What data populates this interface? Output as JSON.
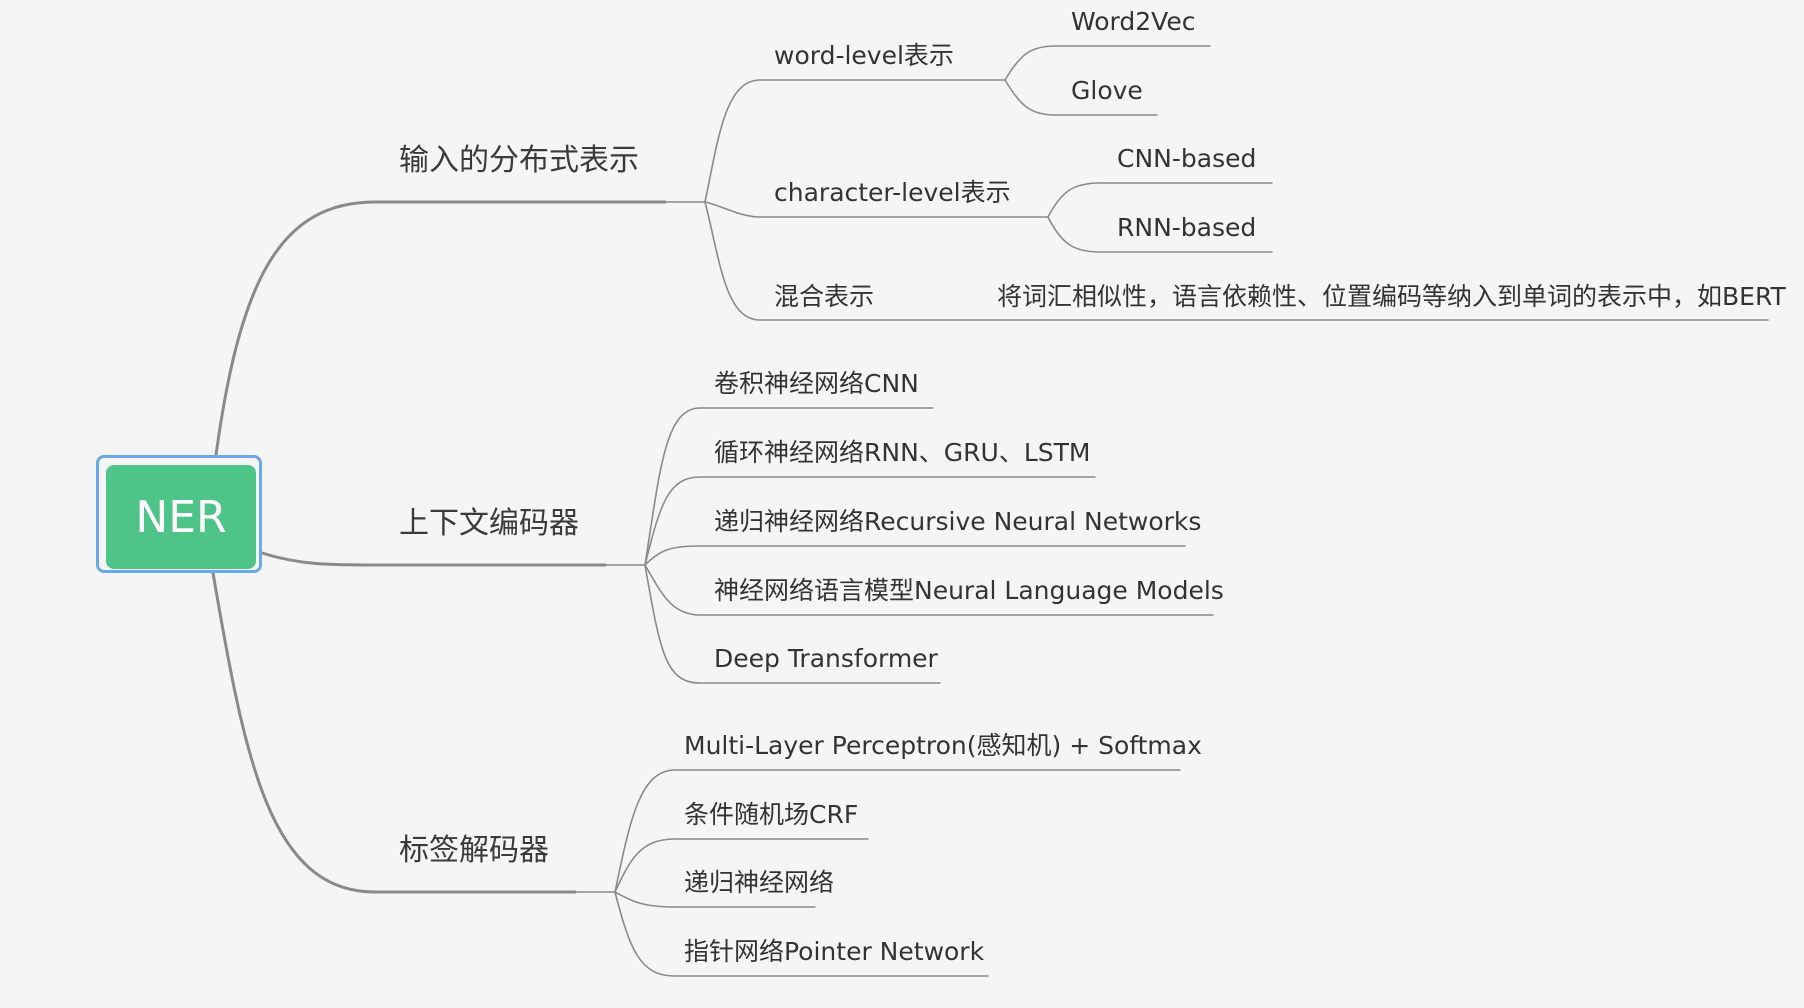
{
  "root": {
    "label": "NER",
    "color": "#4fc489",
    "border_color": "#6aa8ea"
  },
  "branches": [
    {
      "label": "输入的分布式表示",
      "children": [
        {
          "label": "word-level表示",
          "children": [
            {
              "label": "Word2Vec"
            },
            {
              "label": "Glove"
            }
          ]
        },
        {
          "label": "character-level表示",
          "children": [
            {
              "label": "CNN-based"
            },
            {
              "label": "RNN-based"
            }
          ]
        },
        {
          "label": "混合表示",
          "children": [
            {
              "label": "将词汇相似性，语言依赖性、位置编码等纳入到单词的表示中，如BERT"
            }
          ]
        }
      ]
    },
    {
      "label": "上下文编码器",
      "children": [
        {
          "label": "卷积神经网络CNN"
        },
        {
          "label": "循环神经网络RNN、GRU、LSTM"
        },
        {
          "label": "递归神经网络Recursive Neural Networks"
        },
        {
          "label": "神经网络语言模型Neural Language Models"
        },
        {
          "label": "Deep Transformer"
        }
      ]
    },
    {
      "label": "标签解码器",
      "children": [
        {
          "label": "Multi-Layer Perceptron(感知机) + Softmax"
        },
        {
          "label": "条件随机场CRF"
        },
        {
          "label": "递归神经网络"
        },
        {
          "label": "指针网络Pointer Network"
        }
      ]
    }
  ]
}
